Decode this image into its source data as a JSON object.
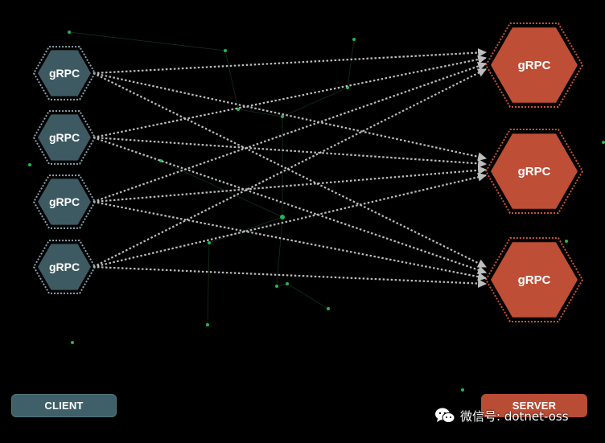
{
  "colors": {
    "background": "#000000",
    "client_fill": "#3d5a62",
    "client_border": "#8aa4aa",
    "server_fill": "#bf4e36",
    "server_border": "#c8543a",
    "connector": "#bdbdbd",
    "particle": "#1db954"
  },
  "clients": [
    {
      "label": "gRPC"
    },
    {
      "label": "gRPC"
    },
    {
      "label": "gRPC"
    },
    {
      "label": "gRPC"
    }
  ],
  "servers": [
    {
      "label": "gRPC"
    },
    {
      "label": "gRPC"
    },
    {
      "label": "gRPC"
    }
  ],
  "connections": [
    {
      "from": 0,
      "to": 0
    },
    {
      "from": 0,
      "to": 1
    },
    {
      "from": 0,
      "to": 2
    },
    {
      "from": 1,
      "to": 0
    },
    {
      "from": 1,
      "to": 1
    },
    {
      "from": 1,
      "to": 2
    },
    {
      "from": 2,
      "to": 0
    },
    {
      "from": 2,
      "to": 1
    },
    {
      "from": 2,
      "to": 2
    },
    {
      "from": 3,
      "to": 0
    },
    {
      "from": 3,
      "to": 1
    },
    {
      "from": 3,
      "to": 2
    }
  ],
  "legend": {
    "client_label": "CLIENT",
    "server_label": "SERVER"
  },
  "watermark": {
    "text": "微信号: dotnet-oss",
    "icon": "wechat-icon"
  }
}
